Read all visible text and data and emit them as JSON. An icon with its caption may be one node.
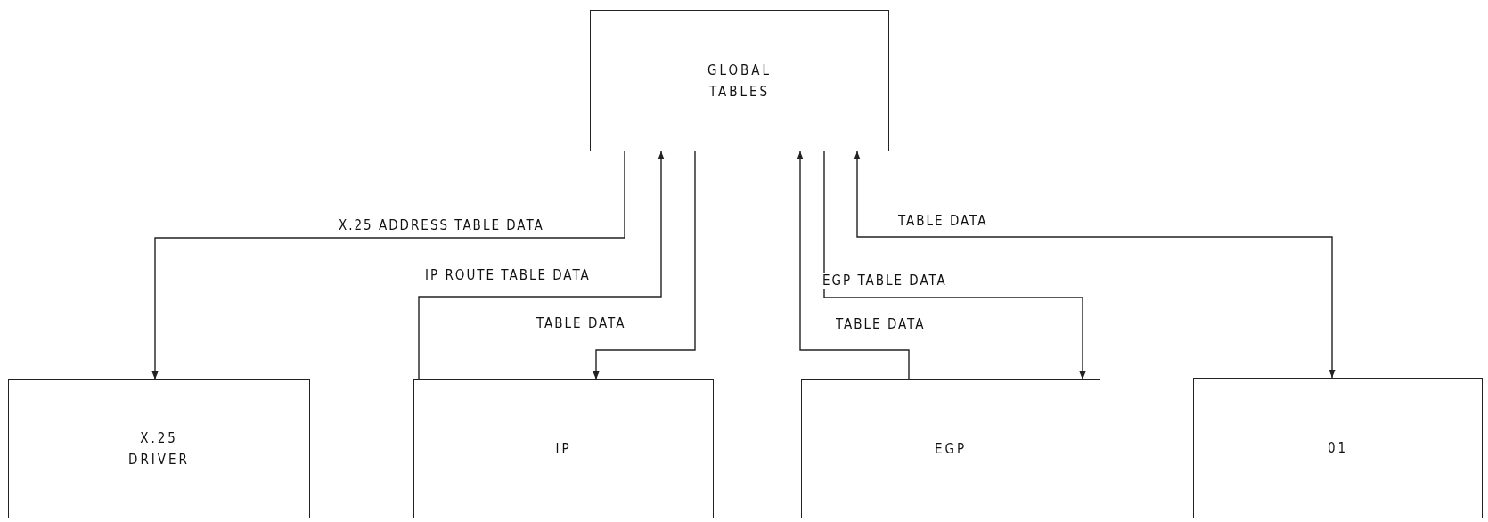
{
  "diagram": {
    "nodes": [
      {
        "text": [
          "GLOBAL TABLES"
        ]
      },
      {
        "text": [
          "X.25 DRIVER"
        ]
      },
      {
        "text": [
          "IP"
        ]
      },
      {
        "text": [
          "EGP"
        ]
      },
      {
        "text": [
          "01"
        ]
      }
    ],
    "edges": [
      {
        "from": 0,
        "to": 1,
        "arrow": "to",
        "label": "X.25 ADDRESS TABLE DATA"
      },
      {
        "from": 2,
        "to": 0,
        "arrow": "to",
        "label": "IP ROUTE TABLE DATA"
      },
      {
        "from": 0,
        "to": 2,
        "arrow": "to",
        "label": "TABLE DATA"
      },
      {
        "from": 3,
        "to": 0,
        "arrow": "to",
        "label": "TABLE DATA"
      },
      {
        "from": 0,
        "to": 3,
        "arrow": "to",
        "label": "EGP TABLE DATA"
      },
      {
        "from": 0,
        "to": 4,
        "arrow": "both",
        "label": "TABLE DATA"
      }
    ]
  }
}
